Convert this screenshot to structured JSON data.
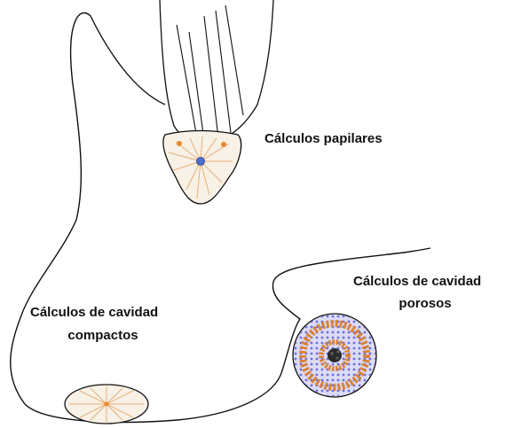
{
  "labels": {
    "papillary": "Cálculos papilares",
    "porous_line1": "Cálculos de cavidad",
    "porous_line2": "porosos",
    "compact_line1": "Cálculos de cavidad",
    "compact_line2": "compactos"
  },
  "colors": {
    "outline": "#111111",
    "stone_fill": "#f7f1e6",
    "stone_spoke": "#e7b07a",
    "orange_dot": "#e58a2a",
    "blue_nucleus": "#4a6fd0",
    "porous_blue": "#6c6ce0",
    "porous_orange": "#d9843b",
    "porous_core": "#222222"
  }
}
